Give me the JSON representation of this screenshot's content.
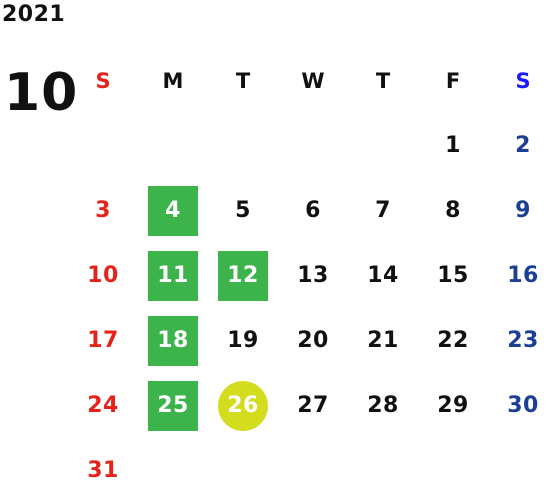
{
  "year": "2021",
  "month": "10",
  "colors": {
    "sunday": "#e5231b",
    "saturday": "#1c3f94",
    "saturday_header": "#1a1aff",
    "highlight_green": "#3cb44b",
    "highlight_yellow": "#d4dc1e"
  },
  "weekdays": [
    "S",
    "M",
    "T",
    "W",
    "T",
    "F",
    "S"
  ],
  "weeks": [
    [
      "",
      "",
      "",
      "",
      "",
      "1",
      "2"
    ],
    [
      "3",
      "4",
      "5",
      "6",
      "7",
      "8",
      "9"
    ],
    [
      "10",
      "11",
      "12",
      "13",
      "14",
      "15",
      "16"
    ],
    [
      "17",
      "18",
      "19",
      "20",
      "21",
      "22",
      "23"
    ],
    [
      "24",
      "25",
      "26",
      "27",
      "28",
      "29",
      "30"
    ],
    [
      "31",
      "",
      "",
      "",
      "",
      "",
      ""
    ]
  ],
  "highlights": {
    "green": [
      "4",
      "11",
      "12",
      "18",
      "25"
    ],
    "yellow": [
      "26"
    ]
  }
}
